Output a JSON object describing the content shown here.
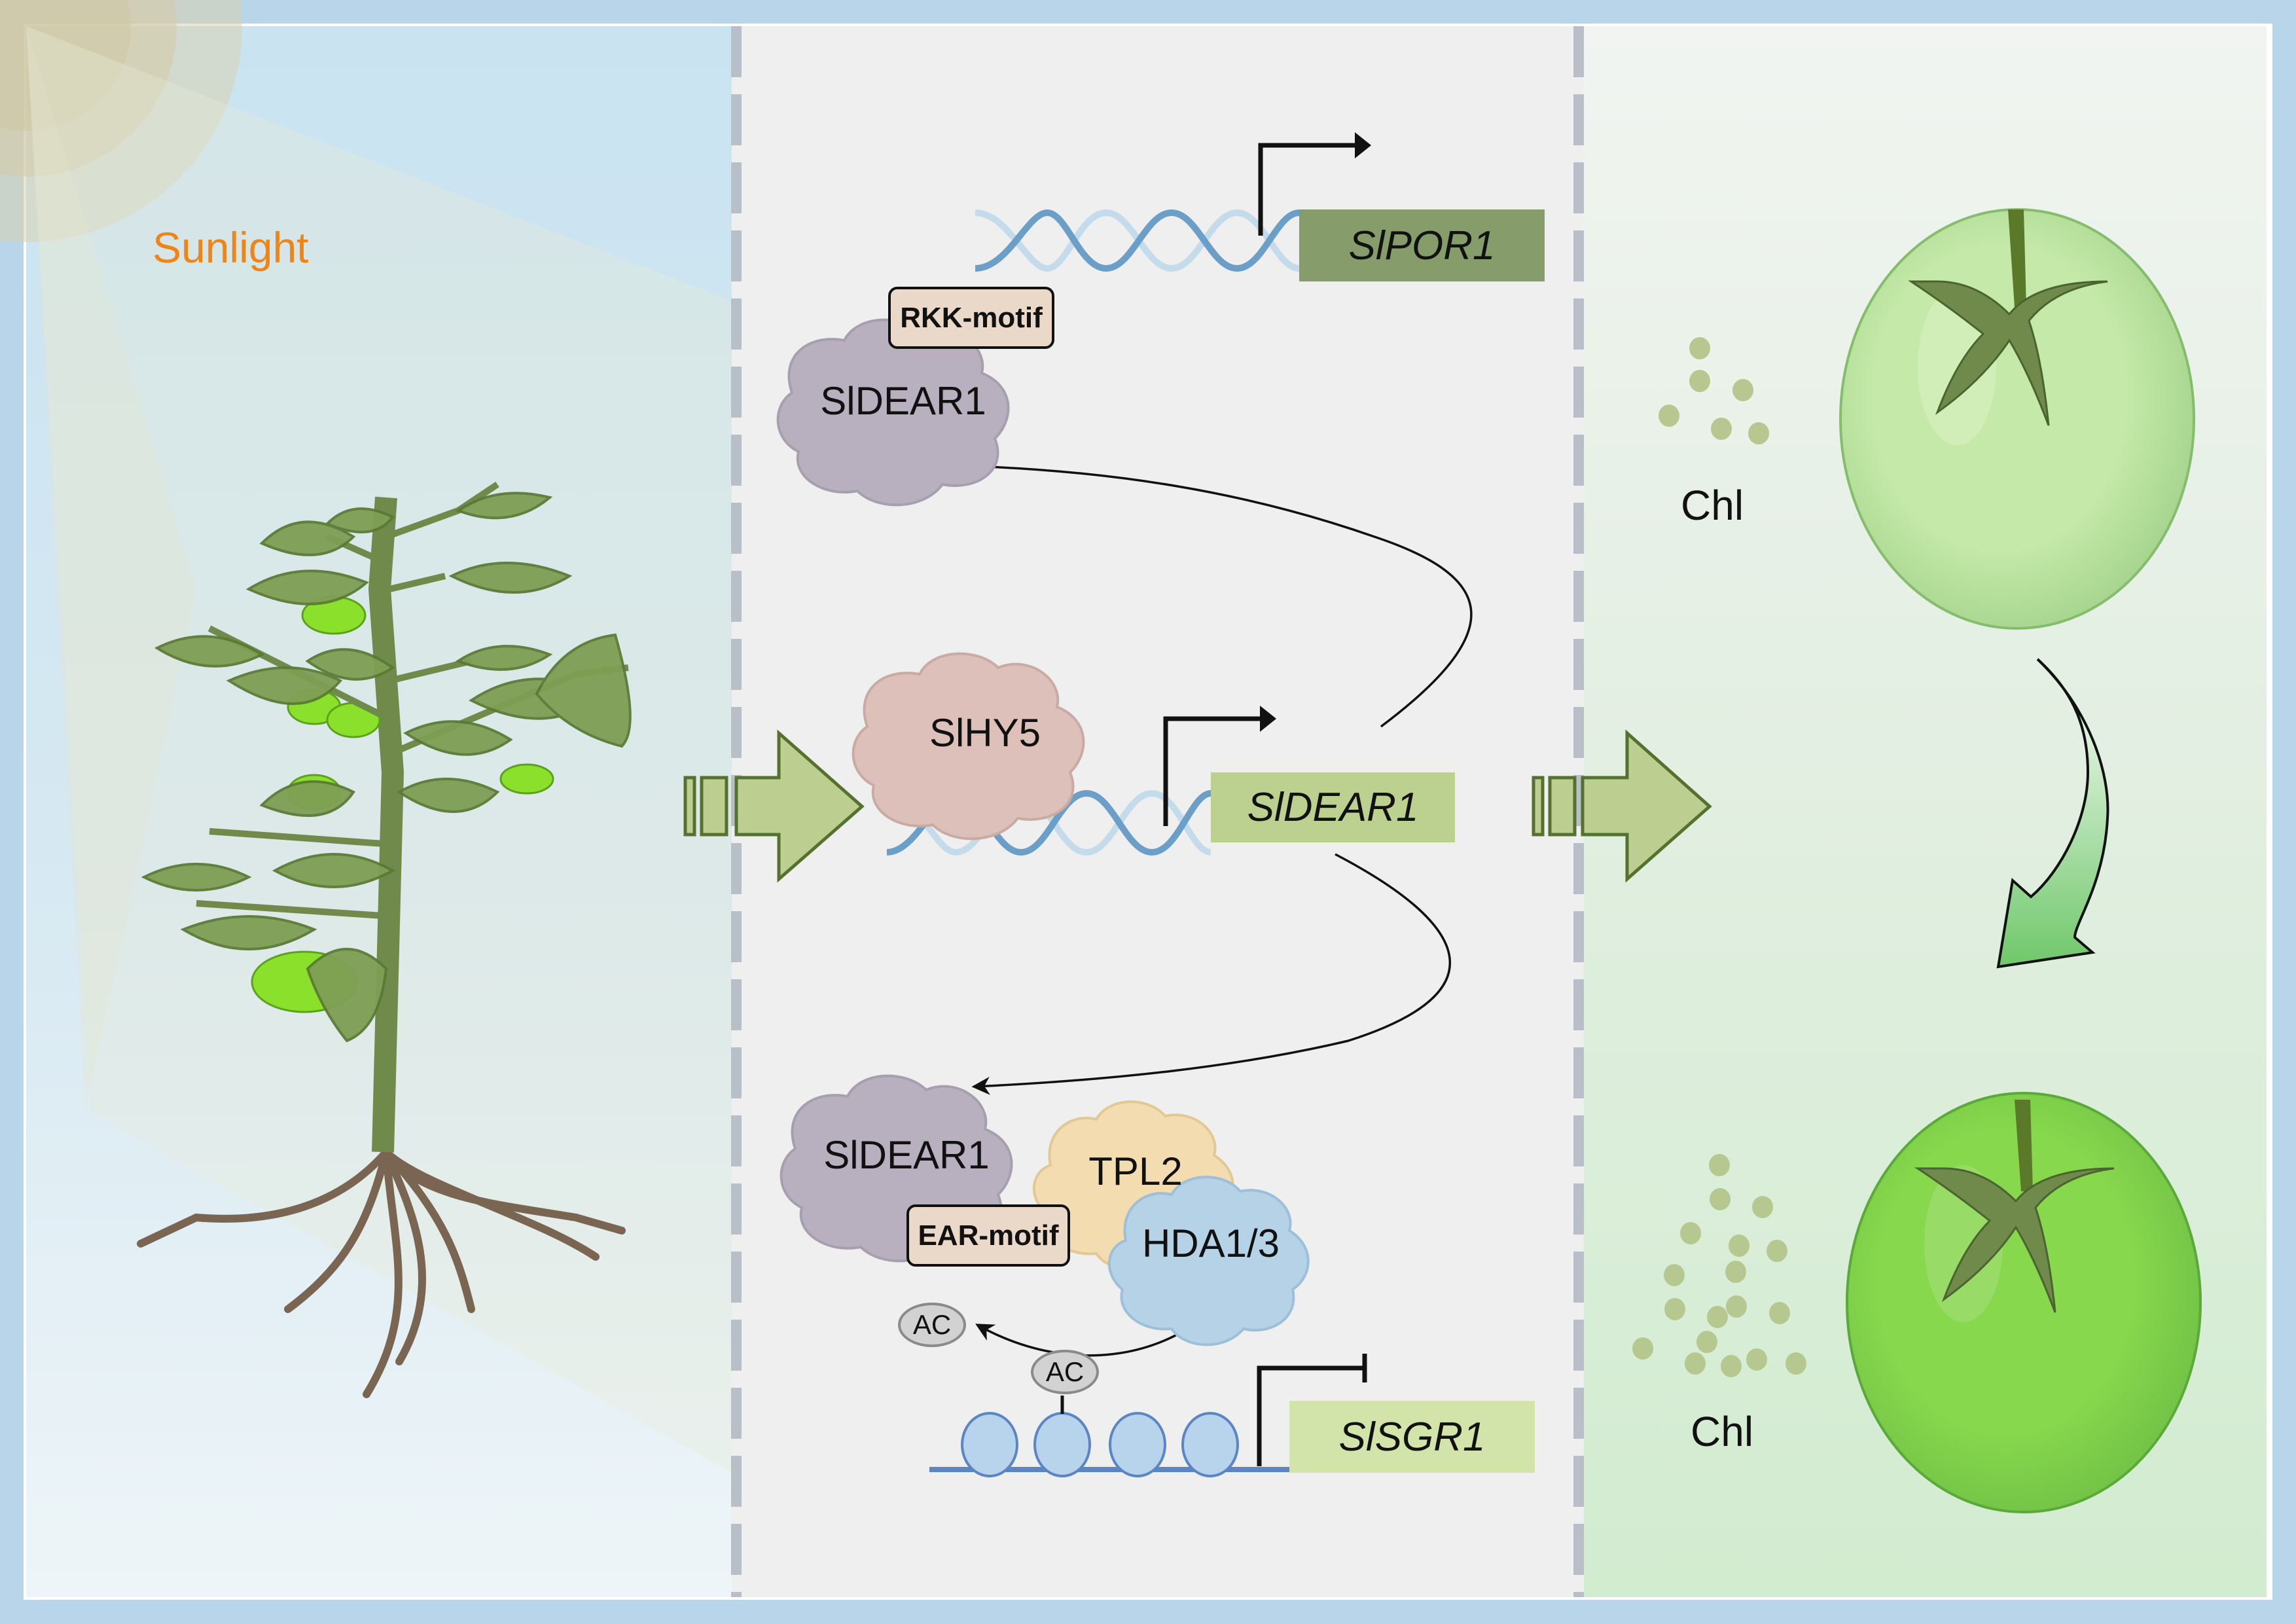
{
  "panels": {
    "left": {
      "label": "Sunlight",
      "label_color": "#ef8417"
    },
    "middle": {
      "top_module": {
        "gene": "SlPOR1",
        "gene_color": "#869c6a",
        "protein": "SlDEAR1",
        "motif": "RKK-motif",
        "regulation": "activation"
      },
      "center_module": {
        "gene": "SlDEAR1",
        "gene_color": "#bcd08f",
        "protein": "SlHY5",
        "regulation": "activation"
      },
      "bottom_module": {
        "gene": "SlSGR1",
        "gene_color": "#d3e4ab",
        "proteins": [
          "SlDEAR1",
          "TPL2",
          "HDA1/3"
        ],
        "motif": "EAR-motif",
        "acetyl_marks": [
          "AC",
          "AC"
        ],
        "regulation": "repression"
      }
    },
    "right": {
      "top": {
        "label": "Chl",
        "dot_count": 6,
        "fruit_color": "#c5e9a8"
      },
      "bottom": {
        "label": "Chl",
        "dot_count": 18,
        "fruit_color": "#87d84c"
      }
    }
  },
  "colors": {
    "border": "#b9d5e9",
    "arrow_fill": "#bccf90",
    "arrow_stroke": "#55712f",
    "divider": "#b9bfc8",
    "protein_dear1": "#b8b0be",
    "protein_hy5": "#dcc0b9",
    "protein_tpl2": "#f3ddb0",
    "protein_hda": "#b6d2e6",
    "dna_light": "#c4dbeb",
    "dna_dark": "#6b9fc7"
  }
}
